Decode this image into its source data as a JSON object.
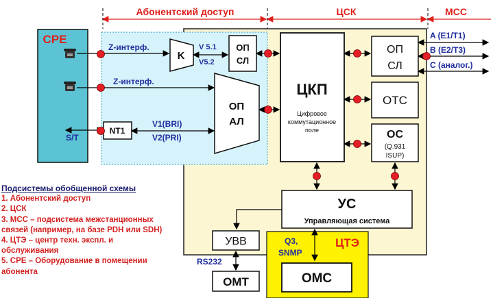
{
  "header": {
    "abonent_access": "Абонентский доступ",
    "csk": "ЦСК",
    "mss": "МСС"
  },
  "cpe": {
    "label": "CPE",
    "st_label": "S/T"
  },
  "access": {
    "z_interface_1": "Z-интерф.",
    "z_interface_2": "Z-интерф.",
    "k_block": "K",
    "v51": "V 5.1",
    "v52": "V5.2",
    "op_sl_left_line1": "ОП",
    "op_sl_left_line2": "СЛ",
    "op_al_line1": "ОП",
    "op_al_line2": "АЛ",
    "nt1": "NT1",
    "v1": "V1(BRI)",
    "v2": "V2(PRI)"
  },
  "csk_block": {
    "ckp_title": "ЦКП",
    "ckp_desc": [
      "Цифровое",
      "коммутационное",
      "поле"
    ],
    "op_sl_right_line1": "ОП",
    "op_sl_right_line2": "СЛ",
    "ots": "ОТС",
    "os_title": "ОС",
    "os_desc": [
      "(Q.931",
      "ISUP)"
    ],
    "us_title": "УС",
    "us_desc": "Управляющая система",
    "uvv": "УВВ"
  },
  "mss_outputs": [
    "A (E1/T1)",
    "B (E2/T3)",
    "C (аналог.)"
  ],
  "bottom": {
    "rs232": "RS232",
    "omt": "ОМТ",
    "q3": "Q3,",
    "snmp": "SNMP",
    "cte": "ЦТЭ",
    "omc": "ОМС"
  },
  "legend": {
    "title": "Подсистемы обобщенной схемы",
    "items": [
      "1. Абонентский доступ",
      "2. ЦСК",
      "3. МСС – подсистема межстанционных",
      "связей (например, на базе PDH или SDH)",
      "4. ЦТЭ – центр техн. экспл. и",
      "обслуживания",
      "5. CPE – Оборудование в помещении",
      "абонента"
    ]
  },
  "colors": {
    "csk_fill": "#fdf6d3",
    "access_fill": "#d6f2fa",
    "cpe_fill": "#5bc3d3",
    "cte_fill": "#fff200",
    "red": "#e0201b",
    "blue": "#1f2d9e",
    "node_red": "#e51e25"
  }
}
